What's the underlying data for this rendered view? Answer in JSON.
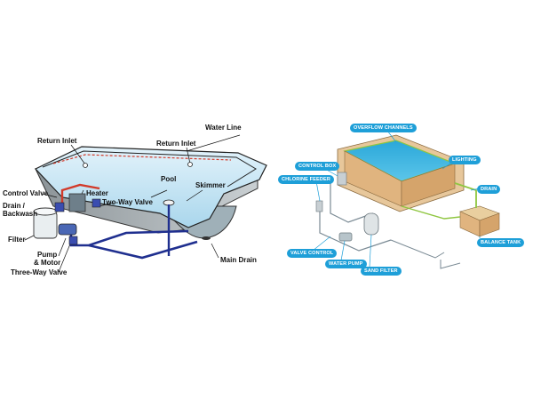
{
  "left_diagram": {
    "labels": {
      "water_line": "Water Line",
      "return_inlet_left": "Return Inlet",
      "return_inlet_right": "Return Inlet",
      "pool": "Pool",
      "skimmer": "Skimmer",
      "heater": "Heater",
      "two_way_valve": "Two-Way Valve",
      "control_valve": "Control Valve",
      "drain_backwash": "Drain /",
      "drain_backwash_2": "Backwash",
      "filter": "Filter",
      "pump_motor": "Pump",
      "pump_motor_2": "& Motor",
      "three_way_valve": "Three-Way Valve",
      "main_drain": "Main Drain"
    }
  },
  "right_diagram": {
    "labels": {
      "overflow_channels": "OVERFLOW CHANNELS",
      "control_box": "CONTROL BOX",
      "lighting": "LIGHTING",
      "chlorine_feeder": "CHLORINE FEEDER",
      "drain": "DRAIN",
      "balance_tank": "BALANCE TANK",
      "valve_control": "VALVE CONTROL",
      "water_pump": "WATER PUMP",
      "sand_filter": "SAND FILTER"
    }
  },
  "colors": {
    "water": "#cfe9f5",
    "label_tag": "#1e9fd8",
    "return_pipe": "#d23a2a",
    "suction_pipe": "#1f2f8f",
    "overflow_pipe": "#8fc640"
  }
}
